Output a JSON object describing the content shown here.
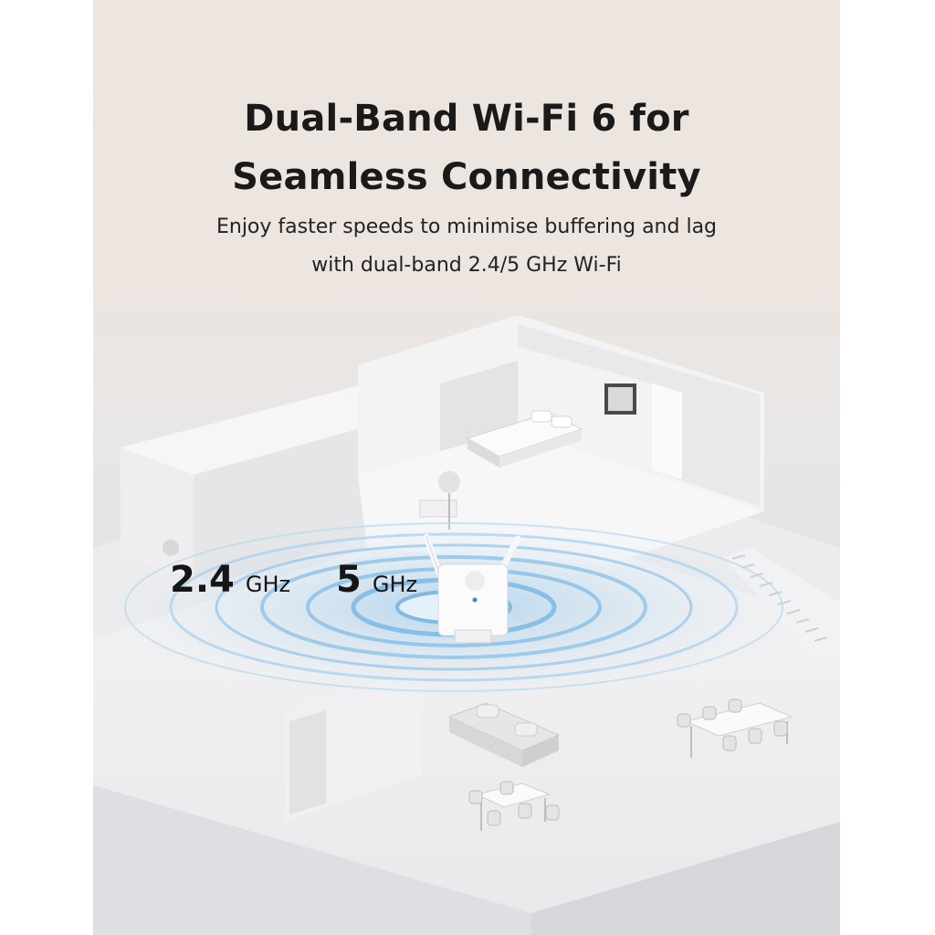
{
  "headline": {
    "line1": "Dual-Band Wi-Fi 6 for",
    "line2": "Seamless Connectivity"
  },
  "subhead": {
    "line1": "Enjoy faster speeds to minimise buffering and lag",
    "line2": "with dual-band 2.4/5 GHz Wi-Fi"
  },
  "bands": [
    {
      "value": "2.4",
      "unit": "GHz"
    },
    {
      "value": "5",
      "unit": "GHz"
    }
  ],
  "colors": {
    "background_top": "#ede5df",
    "background_bottom": "#dcdde0",
    "text": "#1a1a1a",
    "signal": "#8fc3e8"
  },
  "icons": [
    "wifi-extender-icon",
    "bed-icon",
    "sofa-icon",
    "dining-table-icon",
    "stairs-icon",
    "plant-icon",
    "picture-frame-icon"
  ]
}
